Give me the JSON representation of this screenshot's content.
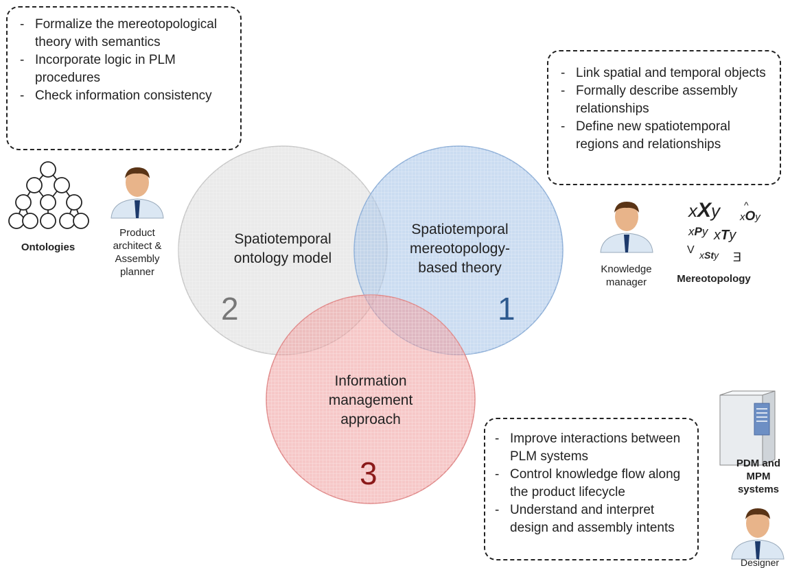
{
  "boxes": {
    "top_left": [
      "Formalize the mereotopological theory with semantics",
      "Incorporate logic in PLM procedures",
      "Check information consistency"
    ],
    "top_right": [
      "Link spatial and temporal objects",
      "Formally describe assembly relationships",
      "Define new spatiotemporal regions and relationships"
    ],
    "bottom_right": [
      "Improve interactions between PLM systems",
      "Control knowledge flow along the product lifecycle",
      "Understand and interpret design and assembly intents"
    ]
  },
  "circles": {
    "ontology": {
      "text": "Spatiotemporal ontology model",
      "number": "2",
      "color": "#d9d9d9",
      "number_color": "#777777"
    },
    "theory": {
      "text": "Spatiotemporal mereotopology-based theory",
      "number": "1",
      "color": "#a9c4e8",
      "number_color": "#2e5a8f"
    },
    "management": {
      "text": "Information management approach",
      "number": "3",
      "color": "#ef9a9a",
      "number_color": "#8b1a1a"
    }
  },
  "labels": {
    "ontologies": "Ontologies",
    "product_architect": "Product architect & Assembly planner",
    "knowledge_manager": "Knowledge manager",
    "mereotopology": "Mereotopology",
    "pdm_mpm": "PDM and MPM systems",
    "designer": "Designer"
  },
  "mereo_symbols": {
    "s1_a": "x",
    "s1_b": "X",
    "s1_c": "y",
    "s2_hat": "^",
    "s2_a": "x",
    "s2_b": "O",
    "s2_c": "y",
    "s3_a": "x",
    "s3_b": "P",
    "s3_c": "y",
    "s4_a": "x",
    "s4_b": "T",
    "s4_c": "y",
    "s5": "V",
    "s6_a": "x",
    "s6_b": "St",
    "s6_c": "y",
    "s7": "Ǝ"
  },
  "icons": [
    "tree-icon",
    "person-icon",
    "server-icon"
  ]
}
